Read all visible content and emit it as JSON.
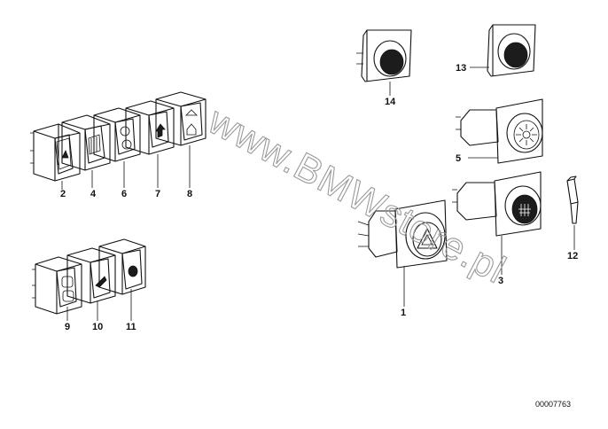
{
  "watermark": "www.BMWstore.pl",
  "part_number": "00007763",
  "callouts": {
    "c1": "1",
    "c2": "2",
    "c3": "3",
    "c4": "4",
    "c5": "5",
    "c6": "6",
    "c7": "7",
    "c8": "8",
    "c9": "9",
    "c10": "10",
    "c11": "11",
    "c12": "12",
    "c13": "13",
    "c14": "14"
  },
  "icons": {
    "switch_2": "hazard-triangle-icon",
    "switch_4": "rear-defrost-icon",
    "switch_6": "double-round-icon",
    "switch_7": "arrow-up-icon",
    "switch_8": "double-arrow-icon",
    "switch_9": "double-square-icon",
    "switch_10": "wiper-icon",
    "switch_11": "round-dot-icon",
    "knob_1": "hazard-triangle-icon",
    "knob_3": "rear-defrost-icon",
    "knob_5": "fan-icon",
    "lamp_12": "bulb-icon"
  }
}
